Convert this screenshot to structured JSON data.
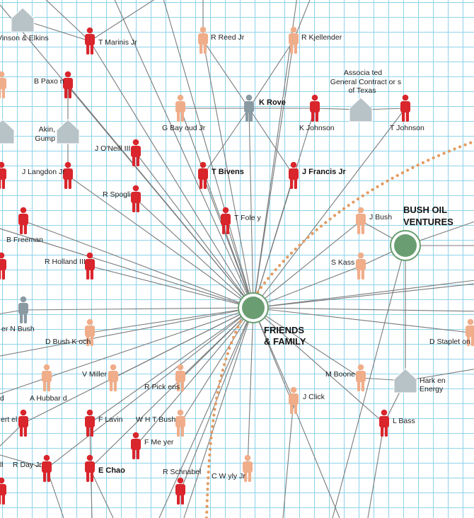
{
  "colors": {
    "red": "#d9252c",
    "peach": "#f0ad8a",
    "gray": "#8a9aa3",
    "house": "#b8c3c8",
    "hub": "#6a9e72",
    "dots": "#e39b62",
    "line": "#7b7b7b",
    "grid": "#8fd3ea"
  },
  "hubs": {
    "friends": {
      "label1": "FRIENDS",
      "label2": "& FAMILY"
    },
    "bush_oil": {
      "label1": "BUSH OIL",
      "label2": "VENTURES"
    }
  },
  "houses": {
    "vinson": {
      "label": "Vinson & Elkins"
    },
    "agc": {
      "line1": "Associa ted",
      "line2": "General Contract or s",
      "line3": "of Texas"
    },
    "akin": {
      "line1": "Akin,",
      "line2": "Gump"
    },
    "harken": {
      "line1": "Hark en",
      "line2": "Energy"
    }
  },
  "people": [
    {
      "key": "marinis",
      "label": "T Marinis Jr",
      "color": "red"
    },
    {
      "key": "reed",
      "label": "R Reed Jr",
      "color": "peach"
    },
    {
      "key": "kjellender",
      "label": "R Kjellender",
      "color": "peach"
    },
    {
      "key": "paxon",
      "label": "B Paxo n",
      "color": "red"
    },
    {
      "key": "rove",
      "label": "K Rove",
      "color": "gray",
      "bold": true
    },
    {
      "key": "bayoud",
      "label": "G Bay oud Jr",
      "color": "peach"
    },
    {
      "key": "kjohnson",
      "label": "K Johnson",
      "color": "red"
    },
    {
      "key": "tjohnson",
      "label": "T Johnson",
      "color": "red"
    },
    {
      "key": "oneill",
      "label": "J O'Neill III",
      "color": "red"
    },
    {
      "key": "langdon",
      "label": "J Langdon Jr",
      "color": "red"
    },
    {
      "key": "bivens",
      "label": "T Bivens",
      "color": "red",
      "bold": true
    },
    {
      "key": "francis",
      "label": "J Francis Jr",
      "color": "red",
      "bold": true
    },
    {
      "key": "spogli",
      "label": "R Spogli",
      "color": "red"
    },
    {
      "key": "freeman",
      "label": "B Freeman",
      "color": "red"
    },
    {
      "key": "foley",
      "label": "T Fole y",
      "color": "red"
    },
    {
      "key": "jbush",
      "label": "J Bush",
      "color": "peach"
    },
    {
      "key": "holland",
      "label": "R Holland III",
      "color": "red"
    },
    {
      "key": "kass",
      "label": "S Kass",
      "color": "peach"
    },
    {
      "key": "nbush",
      "label": "er N Bush",
      "color": "gray"
    },
    {
      "key": "koch",
      "label": "D Bush K och",
      "color": "peach"
    },
    {
      "key": "stapleton",
      "label": "D Staplet on",
      "color": "peach"
    },
    {
      "key": "hubbard",
      "label": "A Hubbar d",
      "color": "peach"
    },
    {
      "key": "miller",
      "label": "V Miller",
      "color": "peach"
    },
    {
      "key": "pickens",
      "label": "R Pick ens",
      "color": "peach"
    },
    {
      "key": "boone",
      "label": "M Boone",
      "color": "peach"
    },
    {
      "key": "click",
      "label": "J Click",
      "color": "peach"
    },
    {
      "key": "ertel",
      "label": "ert el",
      "color": "red"
    },
    {
      "key": "lavin",
      "label": "F Lavin",
      "color": "red"
    },
    {
      "key": "whtbush",
      "label": "W H T Bush",
      "color": "peach"
    },
    {
      "key": "lbass",
      "label": "L Bass",
      "color": "red"
    },
    {
      "key": "meyer",
      "label": "F Me yer",
      "color": "red"
    },
    {
      "key": "rday",
      "label": "R Day Jr",
      "color": "red"
    },
    {
      "key": "chao",
      "label": "E Chao",
      "color": "red",
      "bold": true
    },
    {
      "key": "schnabel",
      "label": "R Schnabel",
      "color": "red"
    },
    {
      "key": "wyly",
      "label": "C W yly Jr",
      "color": "peach"
    },
    {
      "key": "leftd",
      "label": "d",
      "color": "none"
    },
    {
      "key": "leftll",
      "label": "ll",
      "color": "none"
    }
  ]
}
